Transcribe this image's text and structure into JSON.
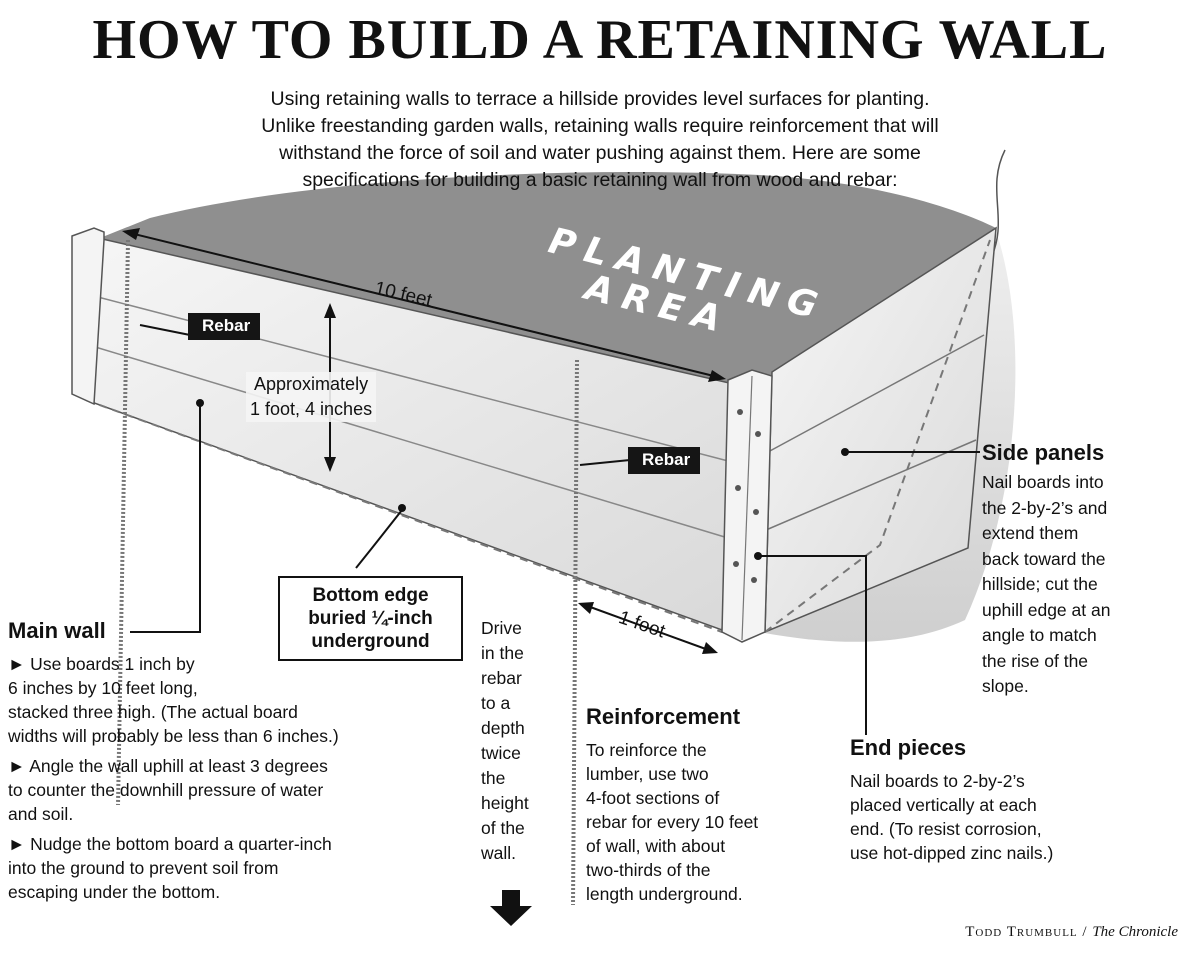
{
  "title": "HOW TO BUILD A RETAINING WALL",
  "intro": [
    "Using retaining walls to terrace a hillside provides level surfaces for planting.",
    "Unlike freestanding garden walls, retaining walls require reinforcement that will",
    "withstand the force of soil and water pushing against them. Here are some",
    "specifications for building a basic retaining wall from wood and rebar:"
  ],
  "planting_area": [
    "PLANTING",
    "AREA"
  ],
  "labels": {
    "ten_feet": "10 feet",
    "one_foot": "1 foot",
    "height": [
      "Approximately",
      "1 foot, 4 inches"
    ],
    "rebar_left": "Rebar",
    "rebar_right": "Rebar",
    "bottom_edge": [
      "Bottom edge",
      "buried ¼-inch",
      "underground"
    ]
  },
  "drive": [
    "Drive",
    "in the",
    "rebar",
    "to a",
    "depth",
    "twice",
    "the",
    "height",
    "of the",
    "wall."
  ],
  "main_wall": {
    "heading": "Main wall",
    "bullets": [
      [
        "► Use boards 1 inch by",
        "6 inches by 10 feet long,",
        "stacked three high. (The actual board",
        "widths will probably be less than 6 inches.)"
      ],
      [
        "► Angle the wall uphill at least 3 degrees",
        "to counter the downhill pressure of water",
        "and soil."
      ],
      [
        "► Nudge the bottom board a quarter-inch",
        "into the ground to prevent soil from",
        "escaping under the bottom."
      ]
    ]
  },
  "reinforcement": {
    "heading": "Reinforcement",
    "lines": [
      "To reinforce the",
      "lumber, use two",
      "4-foot sections of",
      "rebar for every 10 feet",
      "of wall, with about",
      "two-thirds of the",
      "length underground."
    ]
  },
  "side_panels": {
    "heading": "Side panels",
    "lines": [
      "Nail boards into",
      "the 2-by-2’s and",
      "extend them",
      "back toward the",
      "hillside; cut the",
      "uphill edge at an",
      "angle to match",
      "the rise of the",
      "slope."
    ]
  },
  "end_pieces": {
    "heading": "End pieces",
    "lines": [
      "Nail boards to 2-by-2’s",
      "placed vertically at each",
      "end. (To resist corrosion,",
      "use hot-dipped zinc nails.)"
    ]
  },
  "credit": {
    "author": "Todd Trumbull",
    "separator": " / ",
    "publication": "The Chronicle"
  }
}
